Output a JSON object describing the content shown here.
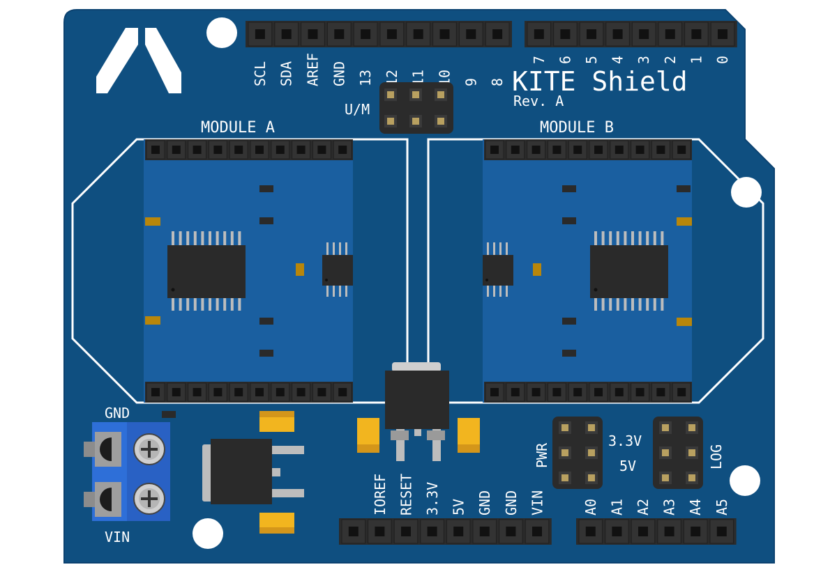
{
  "board": {
    "title": "KITE Shield",
    "revision": "Rev. A",
    "colors": {
      "pcb": "#0f4f80",
      "silkscreen": "#ffffff",
      "header": "#2b2b2b",
      "pin": "#111111",
      "smd_pad": "#b8860b",
      "tantalum": "#f2b51f",
      "regulator": "#2a2a2a"
    }
  },
  "top_header_left": [
    "SCL",
    "SDA",
    "AREF",
    "GND",
    "13",
    "12",
    "11",
    "10",
    "9",
    "8"
  ],
  "top_header_right": [
    "7",
    "6",
    "5",
    "4",
    "3",
    "2",
    "1",
    "0"
  ],
  "um_label": "U/M",
  "module_a": {
    "label": "MODULE A"
  },
  "module_b": {
    "label": "MODULE B"
  },
  "power_header": [
    "IOREF",
    "RESET",
    "3.3V",
    "5V",
    "GND",
    "GND",
    "VIN"
  ],
  "analog_header": [
    "A0",
    "A1",
    "A2",
    "A3",
    "A4",
    "A5"
  ],
  "jumpers": {
    "pwr": "PWR",
    "v33": "3.3V",
    "v5": "5V",
    "log": "LOG"
  },
  "terminal": {
    "gnd": "GND",
    "vin": "VIN"
  }
}
